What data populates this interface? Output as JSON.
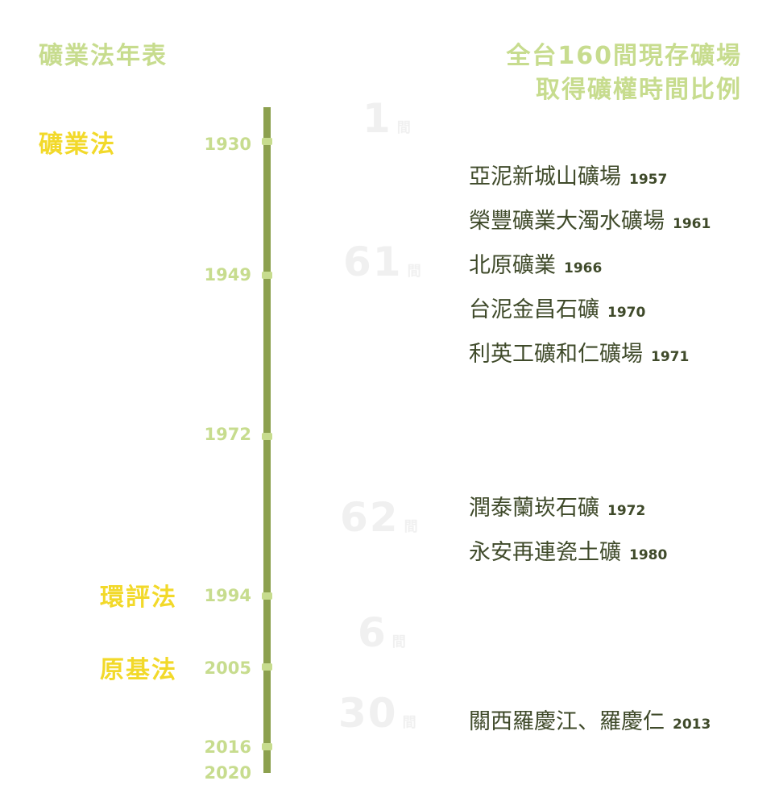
{
  "left_title": "礦業法年表",
  "right_title": [
    "全台160間現存礦場",
    "取得礦權時間比例"
  ],
  "timeline": {
    "years": [
      "1930",
      "1949",
      "1972",
      "1994",
      "2005",
      "2016",
      "2020"
    ],
    "laws": [
      {
        "label": "礦業法",
        "year": "1930"
      },
      {
        "label": "環評法",
        "year": "1994"
      },
      {
        "label": "原基法",
        "year": "2005"
      }
    ]
  },
  "counts": [
    {
      "number": "1",
      "unit": "間"
    },
    {
      "number": "61",
      "unit": "間"
    },
    {
      "number": "62",
      "unit": "間"
    },
    {
      "number": "6",
      "unit": "間"
    },
    {
      "number": "30",
      "unit": "間"
    }
  ],
  "mines": [
    {
      "name": "亞泥新城山礦場",
      "year": "1957"
    },
    {
      "name": "榮豐礦業大濁水礦場",
      "year": "1961"
    },
    {
      "name": "北原礦業",
      "year": "1966"
    },
    {
      "name": "台泥金昌石礦",
      "year": "1970"
    },
    {
      "name": "利英工礦和仁礦場",
      "year": "1971"
    },
    {
      "name": "潤泰蘭崁石礦",
      "year": "1972"
    },
    {
      "name": "永安再連瓷土礦",
      "year": "1980"
    },
    {
      "name": "關西羅慶江、羅慶仁",
      "year": "2013"
    }
  ],
  "colors": {
    "header": "#c7dc8e",
    "law": "#f2d92a",
    "axis": "#8ca04e",
    "count": "#f0f0f0",
    "mine": "#3f4a2a"
  }
}
